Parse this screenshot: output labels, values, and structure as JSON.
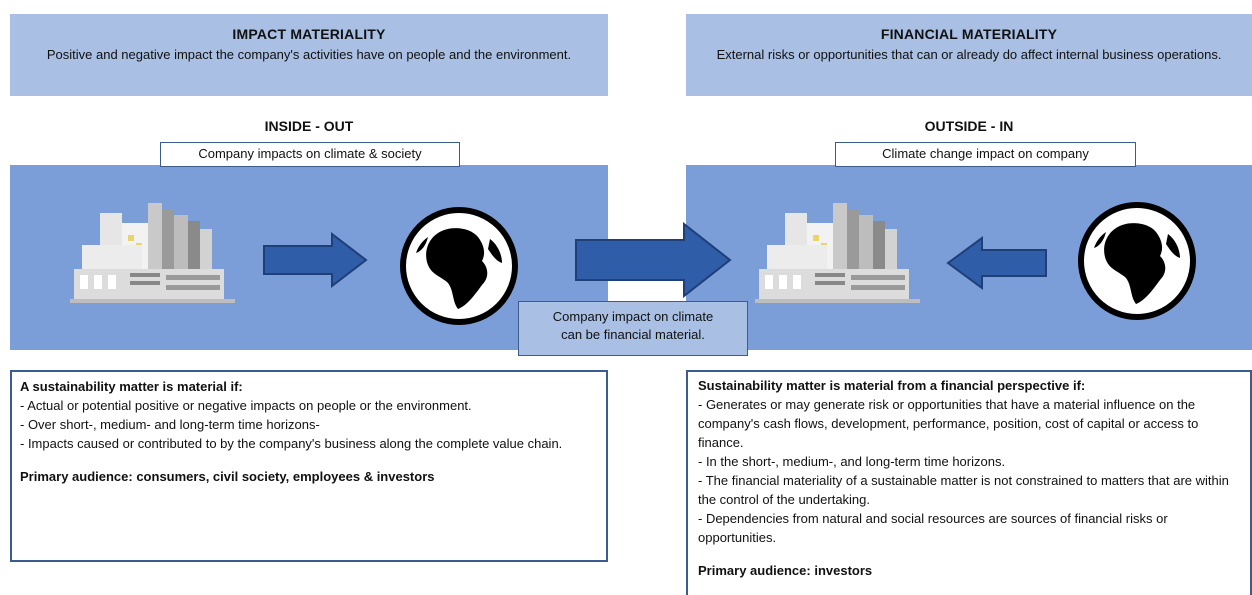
{
  "left_header": {
    "title": "IMPACT MATERIALITY",
    "description": "Positive and negative impact the company's activities have on people and the environment."
  },
  "right_header": {
    "title": "FINANCIAL MATERIALITY",
    "description": "External risks or opportunities that can or already do affect internal business operations."
  },
  "left_perspective": {
    "label": "INSIDE - OUT",
    "caption": "Company impacts on climate & society"
  },
  "right_perspective": {
    "label": "OUTSIDE - IN",
    "caption": "Climate change impact on company"
  },
  "center_note": "Company impact on climate can be financial material.",
  "icons": {
    "left_building": "city-buildings-icon",
    "left_globe": "globe-africa-icon",
    "right_building": "city-buildings-icon",
    "right_globe": "globe-africa-icon",
    "arrows": "arrow-icon"
  },
  "left_box": {
    "title": "A sustainability matter is material if:",
    "lines": [
      "- Actual or potential positive or negative impacts on people or the environment.",
      "- Over short-, medium- and long-term time horizons-",
      "- Impacts caused or contributed to by the company's business along the complete value chain."
    ],
    "audience": "Primary audience: consumers, civil society, employees & investors"
  },
  "right_box": {
    "title": "Sustainability matter is material from a financial perspective if:",
    "lines": [
      "- Generates or may generate risk or opportunities that have a material influence on the company's cash flows, development, performance, position, cost of capital or access to finance.",
      "- In the short-, medium-, and long-term time horizons.",
      "- The financial materiality of a sustainable matter is not constrained to matters that are within the control of the undertaking.",
      "- Dependencies from natural and social resources are sources of financial risks or opportunities."
    ],
    "audience": "Primary audience: investors"
  },
  "colors": {
    "header_bg": "#a9bfe4",
    "panel_bg": "#7c9ed8",
    "arrow_fill": "#2f5da8",
    "border": "#3b5b91"
  }
}
